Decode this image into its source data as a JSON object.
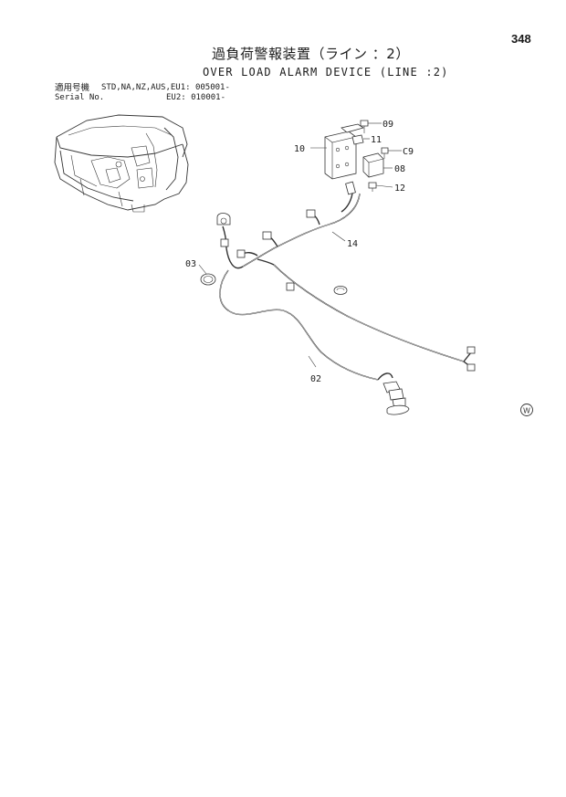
{
  "page_number": "348",
  "title_jp": "過負荷警報装置（ライン ：2）",
  "title_en": "OVER LOAD ALARM DEVICE (LINE :2)",
  "applicable_label": "適用号機",
  "applicable_value": "STD,NA,NZ,AUS,EU1: 005001-",
  "serial_label": "Serial No.",
  "serial_value": "EU2: 010001-",
  "callouts": {
    "c09": "09",
    "c11": "11",
    "c10": "10",
    "cC9": "C9",
    "c08": "08",
    "c12": "12",
    "c14": "14",
    "c03": "03",
    "c02": "02"
  },
  "watermark": "W"
}
